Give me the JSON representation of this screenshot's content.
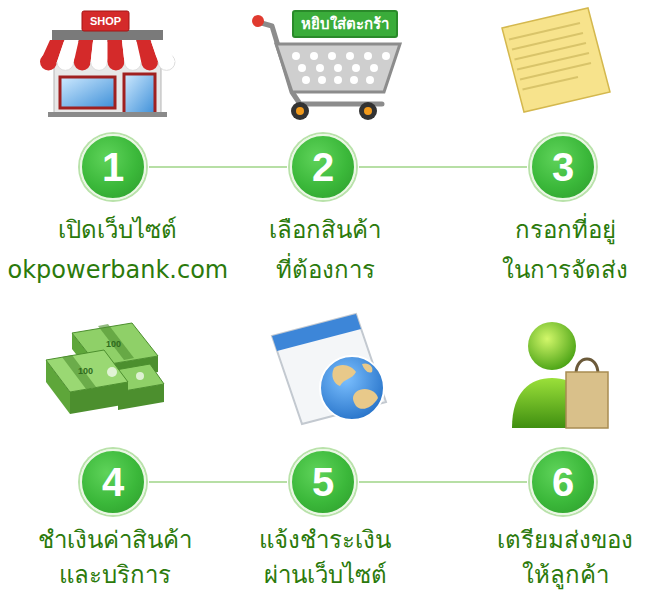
{
  "diagram": {
    "nodes": [
      {
        "text": [
          "1",
          "เปิดเว็บไซต์ okpowerbank.com"
        ]
      },
      {
        "text": [
          "2",
          "เลือกสินค้า ที่ต้องการ"
        ]
      },
      {
        "text": [
          "3",
          "กรอกที่อยู่ ในการจัดส่ง"
        ]
      },
      {
        "text": [
          "4",
          "ชำเงินค่าสินค้า และบริการ"
        ]
      },
      {
        "text": [
          "5",
          "แจ้งชำระเงิน ผ่านเว็บไซต์"
        ]
      },
      {
        "text": [
          "6",
          "เตรียมส่งของ ให้ลูกค้า"
        ]
      }
    ],
    "edges": [
      {
        "from": 0,
        "to": 1,
        "arrow": "none"
      },
      {
        "from": 1,
        "to": 2,
        "arrow": "none"
      },
      {
        "from": 3,
        "to": 4,
        "arrow": "none"
      },
      {
        "from": 4,
        "to": 5,
        "arrow": "none"
      }
    ],
    "labels": [
      "SHOP",
      "หยิบใส่ตะกร้า",
      "100",
      "100"
    ]
  }
}
